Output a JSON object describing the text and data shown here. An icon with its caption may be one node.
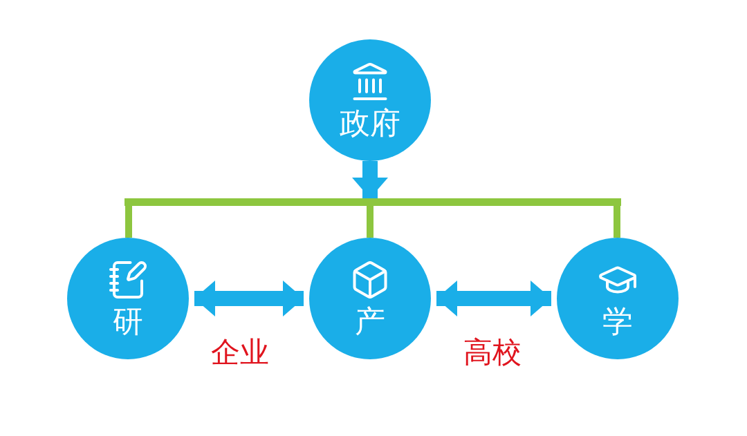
{
  "diagram": {
    "nodes": [
      {
        "text": [
          "政府"
        ]
      },
      {
        "text": [
          "研"
        ]
      },
      {
        "text": [
          "产"
        ]
      },
      {
        "text": [
          "学"
        ]
      },
      {
        "text": [],
        "shape": "bar"
      }
    ],
    "edges": [
      {
        "from": 0,
        "to": 4,
        "arrow": "to",
        "style": "thick",
        "color": "#1aaee8"
      },
      {
        "from": 4,
        "to": 1,
        "arrow": "none",
        "color": "#8dc63f"
      },
      {
        "from": 4,
        "to": 2,
        "arrow": "none",
        "color": "#8dc63f"
      },
      {
        "from": 4,
        "to": 3,
        "arrow": "none",
        "color": "#8dc63f"
      },
      {
        "from": 1,
        "to": 2,
        "arrow": "both",
        "style": "thick",
        "color": "#1aaee8"
      },
      {
        "from": 2,
        "to": 3,
        "arrow": "both",
        "style": "thick",
        "color": "#1aaee8"
      }
    ],
    "labels": [
      "企业",
      "高校"
    ]
  }
}
